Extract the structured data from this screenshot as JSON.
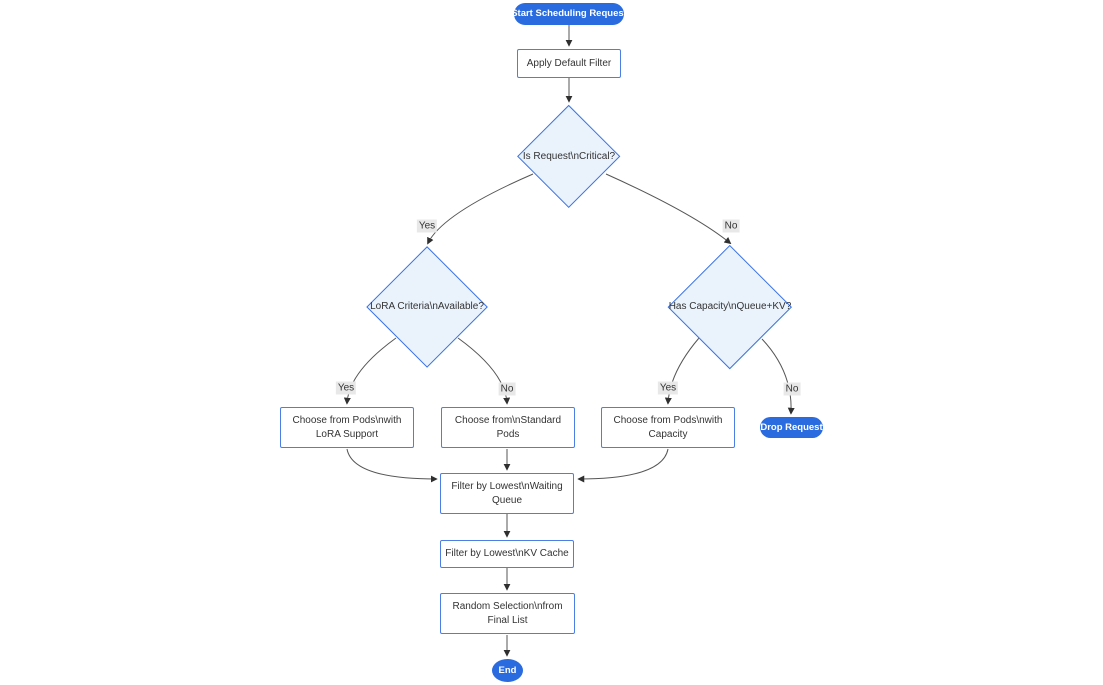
{
  "flowchart": {
    "nodes": {
      "start": "Start Scheduling Request",
      "apply_filter": "Apply Default Filter",
      "is_critical": "Is Request\\nCritical?",
      "lora_criteria": "LoRA Criteria\\nAvailable?",
      "has_capacity": "Has Capacity\\nQueue+KV?",
      "choose_lora_pods": "Choose from Pods\\nwith LoRA Support",
      "choose_standard_pods": "Choose from\\nStandard Pods",
      "choose_capacity_pods": "Choose from Pods\\nwith Capacity",
      "drop_request": "Drop Request",
      "filter_waiting_queue": "Filter by Lowest\\nWaiting Queue",
      "filter_kv_cache": "Filter by Lowest\\nKV Cache",
      "random_selection": "Random Selection\\nfrom Final List",
      "end": "End"
    },
    "edge_labels": {
      "critical_yes": "Yes",
      "critical_no": "No",
      "lora_yes": "Yes",
      "lora_no": "No",
      "capacity_yes": "Yes",
      "capacity_no": "No"
    },
    "colors": {
      "pill_fill": "#2a6ce0",
      "rect_border": "#4d7ee3",
      "decision_fill": "#eaf2fc",
      "decision_border": "#3a73e3",
      "edge_line": "#555555",
      "arrowhead": "#2f2f2f",
      "edge_label_bg": "#e8e8e8",
      "text": "#333333"
    }
  }
}
